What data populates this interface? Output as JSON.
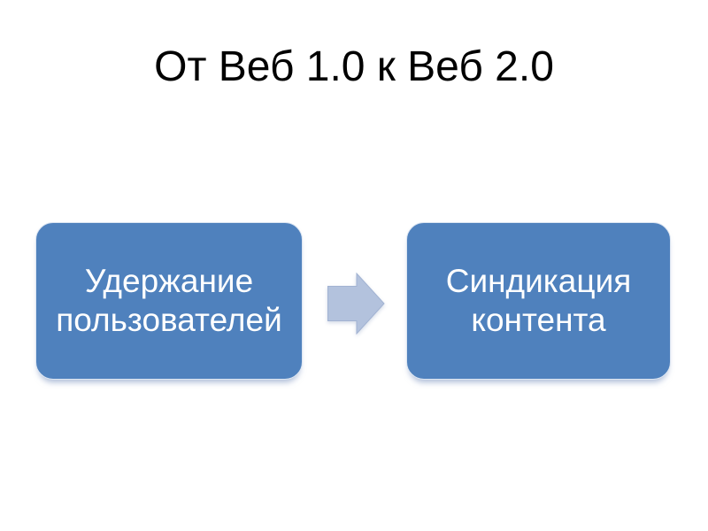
{
  "slide": {
    "title": "От Веб 1.0 к Веб 2.0",
    "diagram": {
      "boxes": [
        {
          "label": "Удержание пользователей"
        },
        {
          "label": "Синдикация контента"
        }
      ],
      "connector": "right-arrow"
    },
    "colors": {
      "background": "#ffffff",
      "title_text": "#000000",
      "box_fill": "#4f81bd",
      "box_text": "#ffffff",
      "arrow_fill": "#b3c2dd",
      "arrow_stroke": "#a2b3d2"
    }
  }
}
